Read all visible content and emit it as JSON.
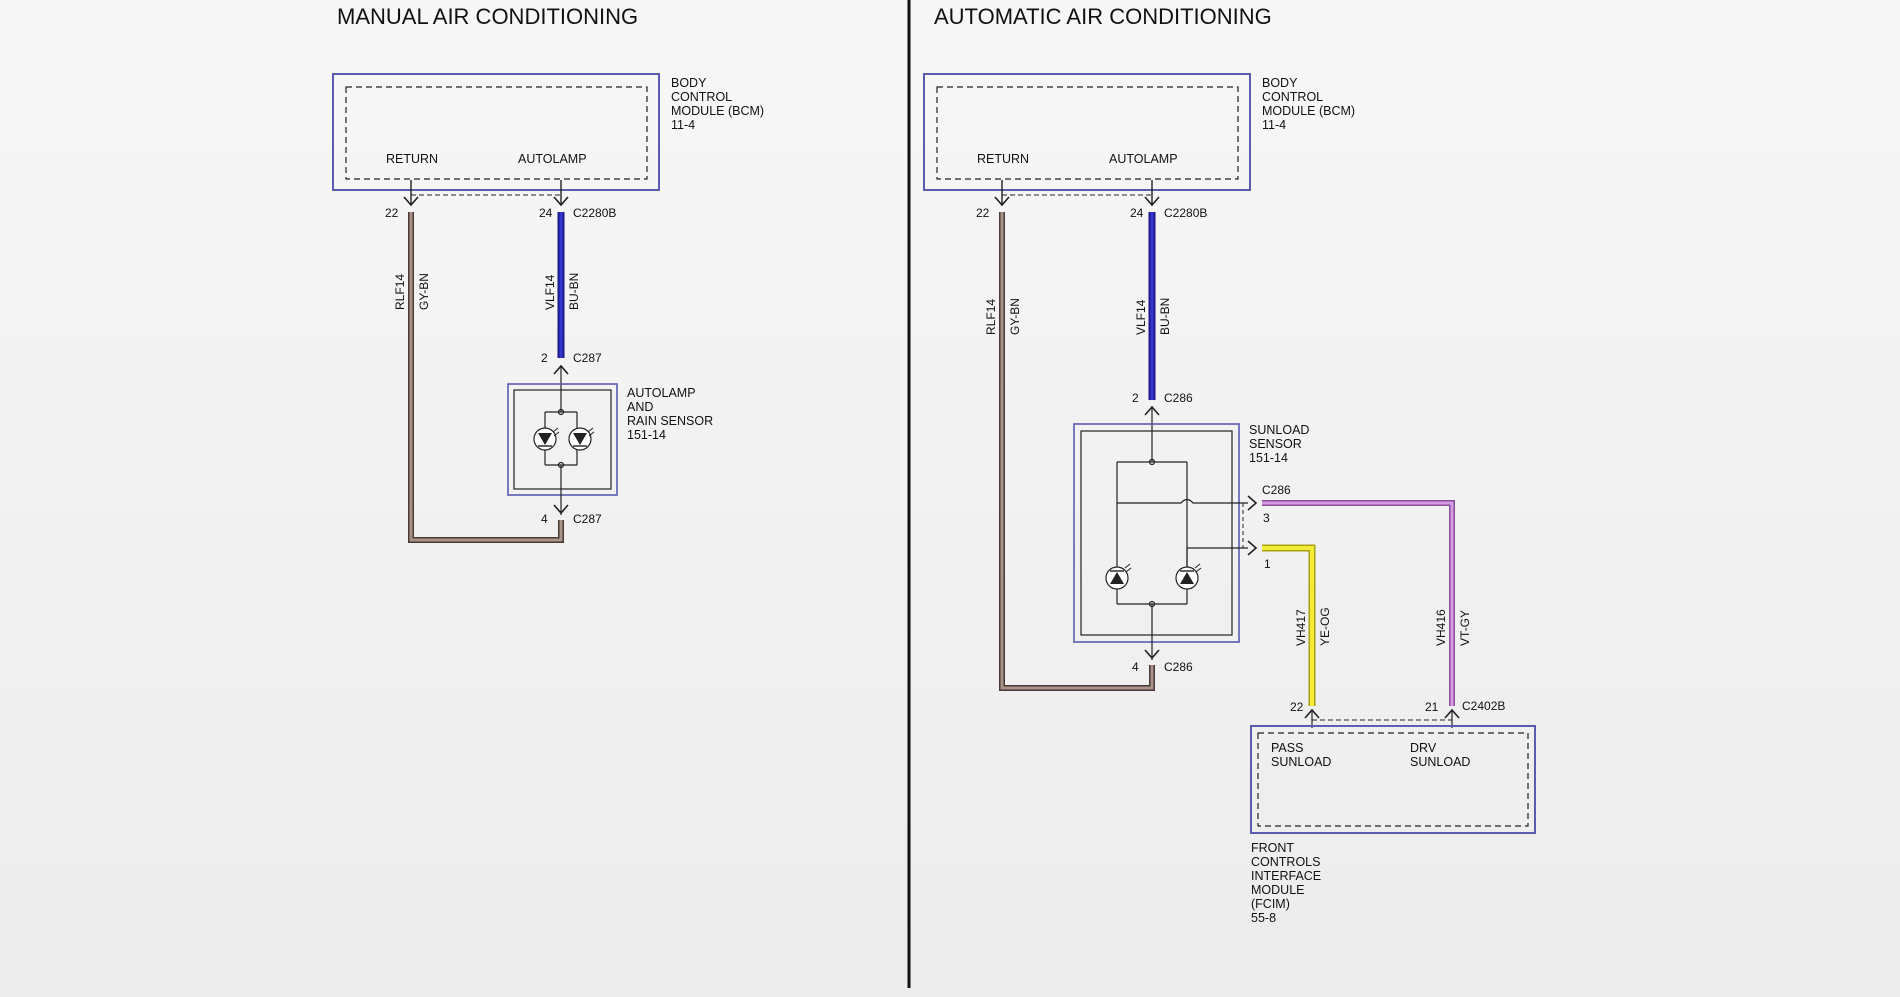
{
  "manual": {
    "title": "MANUAL AIR CONDITIONING",
    "bcm": {
      "name_lines": [
        "BODY",
        "CONTROL",
        "MODULE (BCM)",
        "11-4"
      ],
      "return_label": "RETURN",
      "autolamp_label": "AUTOLAMP"
    },
    "bcm_connector": "C2280B",
    "return_pin": "22",
    "autolamp_pin": "24",
    "wire_return": {
      "circuit": "RLF14",
      "color": "GY-BN",
      "hex": "#7a6a62"
    },
    "wire_autolamp": {
      "circuit": "VLF14",
      "color": "BU-BN",
      "hex": "#2a2ab8"
    },
    "sensor": {
      "name_lines": [
        "AUTOLAMP",
        "AND",
        "RAIN SENSOR",
        "151-14"
      ],
      "connector": "C287",
      "top_pin": "2",
      "bottom_pin": "4"
    }
  },
  "automatic": {
    "title": "AUTOMATIC AIR CONDITIONING",
    "bcm": {
      "name_lines": [
        "BODY",
        "CONTROL",
        "MODULE (BCM)",
        "11-4"
      ],
      "return_label": "RETURN",
      "autolamp_label": "AUTOLAMP"
    },
    "bcm_connector": "C2280B",
    "return_pin": "22",
    "autolamp_pin": "24",
    "wire_return": {
      "circuit": "RLF14",
      "color": "GY-BN",
      "hex": "#7a6a62"
    },
    "wire_autolamp": {
      "circuit": "VLF14",
      "color": "BU-BN",
      "hex": "#2a2ab8"
    },
    "sensor": {
      "name_lines": [
        "SUNLOAD",
        "SENSOR",
        "151-14"
      ],
      "connector": "C286",
      "top_pin": "2",
      "bottom_pin": "4",
      "pin_3": "3",
      "pin_1": "1"
    },
    "wire_vh417": {
      "circuit": "VH417",
      "color": "YE-OG",
      "hex": "#e6e022"
    },
    "wire_vh416": {
      "circuit": "VH416",
      "color": "VT-GY",
      "hex": "#c98ad6"
    },
    "fcim": {
      "pass_lines": [
        "PASS",
        "SUNLOAD"
      ],
      "drv_lines": [
        "DRV",
        "SUNLOAD"
      ],
      "connector": "C2402B",
      "pass_pin": "22",
      "drv_pin": "21",
      "name_lines": [
        "FRONT",
        "CONTROLS",
        "INTERFACE",
        "MODULE",
        "(FCIM)",
        "55-8"
      ]
    }
  },
  "colors": {
    "module_border": "#5b5bb0",
    "divider": "#111111"
  }
}
